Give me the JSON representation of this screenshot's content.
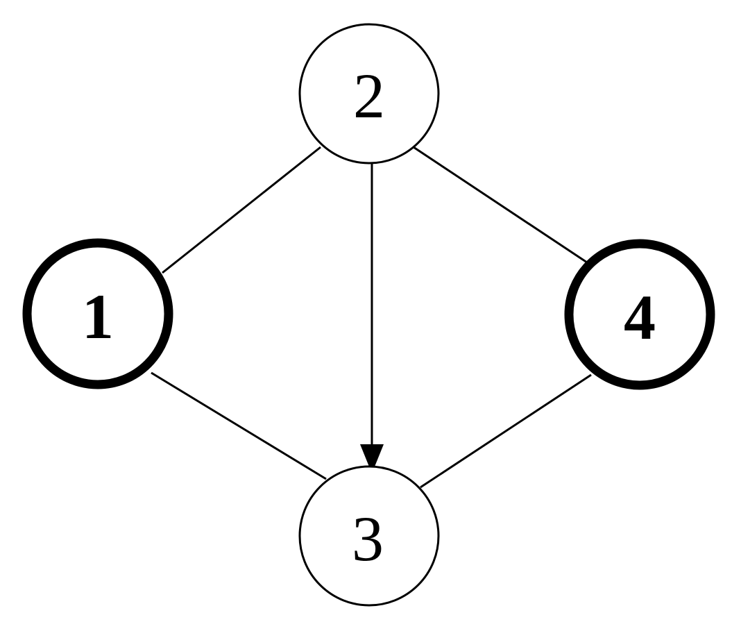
{
  "colors": {
    "stroke": "#000000",
    "background": "#ffffff"
  },
  "nodes": [
    {
      "id": "1",
      "label": "1",
      "highlighted": true
    },
    {
      "id": "2",
      "label": "2",
      "highlighted": false
    },
    {
      "id": "3",
      "label": "3",
      "highlighted": false
    },
    {
      "id": "4",
      "label": "4",
      "highlighted": true
    }
  ],
  "edges": [
    {
      "from": "2",
      "to": "1",
      "directed": false
    },
    {
      "from": "2",
      "to": "4",
      "directed": false
    },
    {
      "from": "2",
      "to": "3",
      "directed": true
    },
    {
      "from": "1",
      "to": "3",
      "directed": false
    },
    {
      "from": "4",
      "to": "3",
      "directed": false
    }
  ]
}
